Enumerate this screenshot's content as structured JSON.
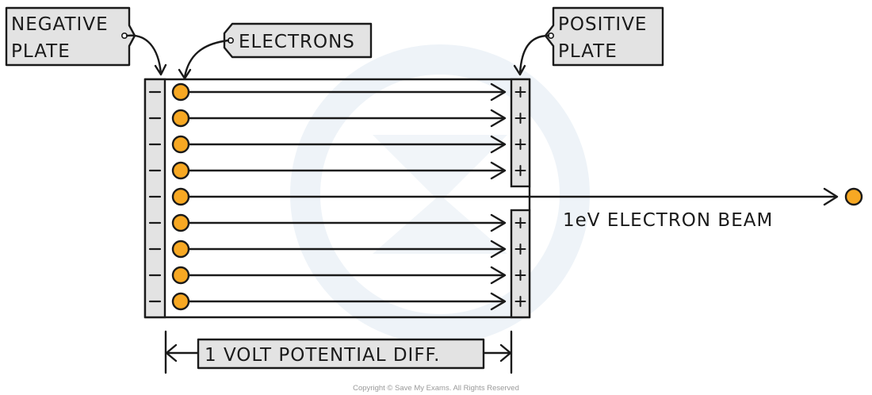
{
  "labels": {
    "negative_plate": [
      "NEGATIVE",
      "PLATE"
    ],
    "positive_plate": [
      "POSITIVE",
      "PLATE"
    ],
    "electrons": "ELECTRONS",
    "beam": "1eV ELECTRON BEAM",
    "potential": "1 VOLT POTENTIAL DIFF.",
    "copyright": "Copyright © Save My Exams. All Rights Reserved"
  },
  "signs": {
    "negative": "−",
    "positive": "+"
  },
  "electron_rows": 9,
  "beam_row_index": 4,
  "colors": {
    "electron": "#f7a823",
    "plate": "#e3e3e3",
    "line": "#1a1a1a",
    "watermark": "#eef3f8"
  }
}
